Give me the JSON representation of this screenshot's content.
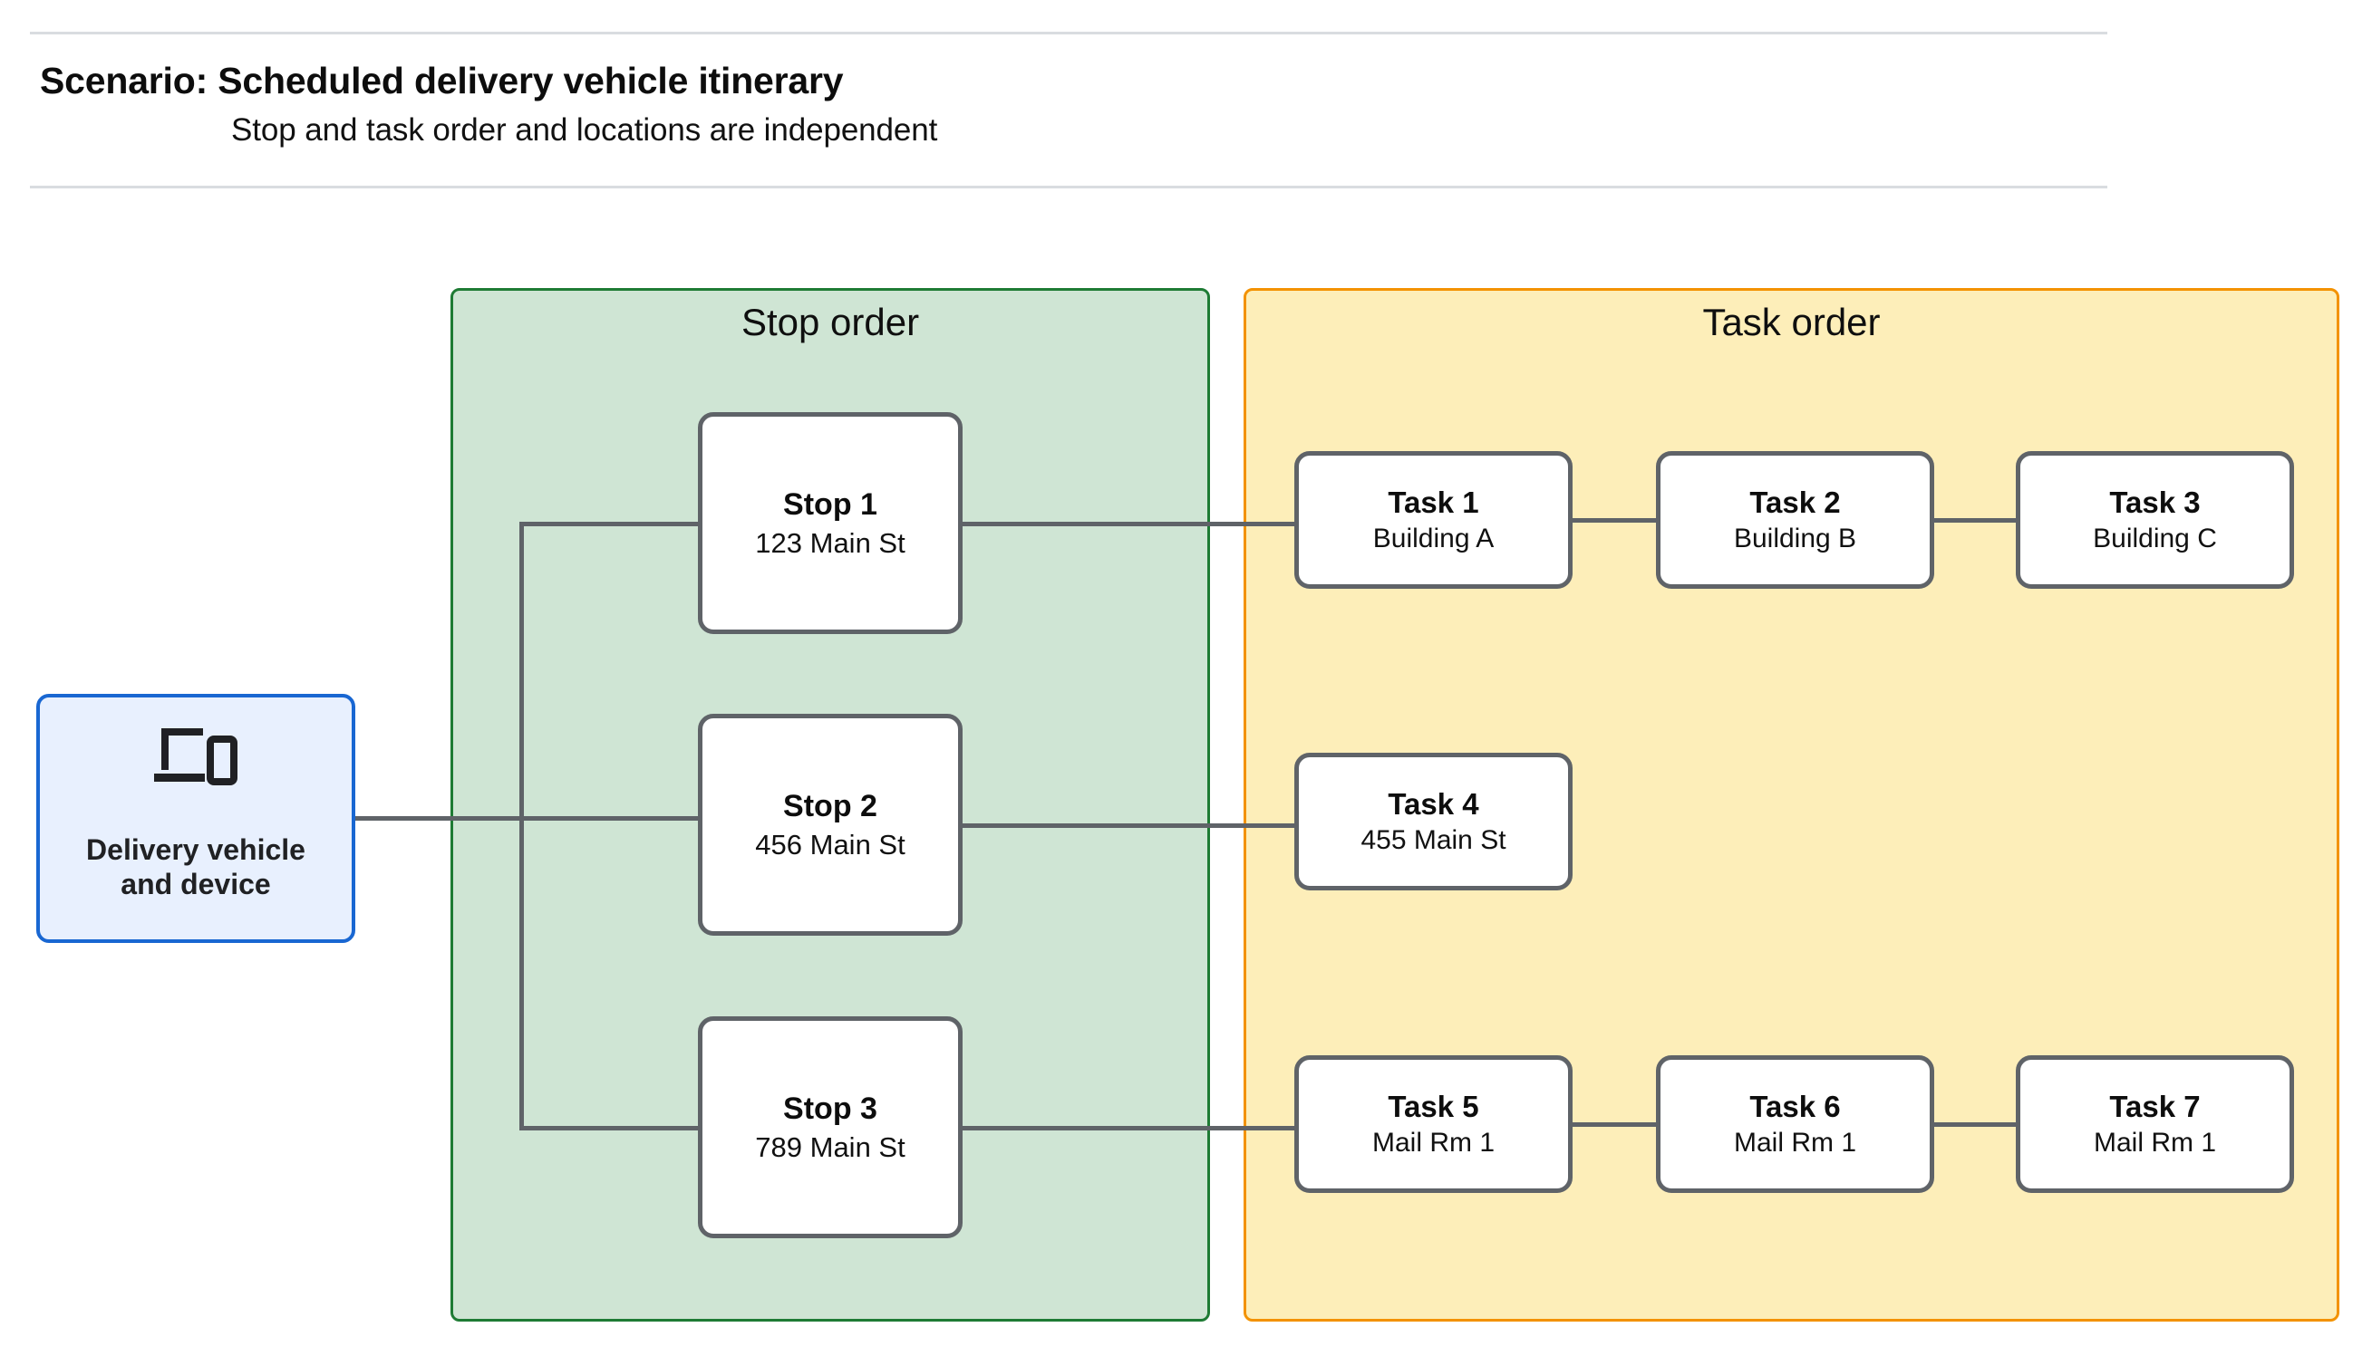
{
  "header": {
    "title": "Scenario: Scheduled delivery vehicle itinerary",
    "subtitle": "Stop and task order and locations are independent"
  },
  "vehicle": {
    "label": "Delivery vehicle\nand device",
    "icon": "devices-icon"
  },
  "lanes": [
    {
      "id": "stop-order",
      "title": "Stop order",
      "fill": "#cfe5d4",
      "border": "#1e7b34"
    },
    {
      "id": "task-order",
      "title": "Task order",
      "fill": "#fdeeb9",
      "border": "#f39200"
    }
  ],
  "stops": [
    {
      "title": "Stop 1",
      "address": "123 Main St"
    },
    {
      "title": "Stop 2",
      "address": "456 Main St"
    },
    {
      "title": "Stop 3",
      "address": "789 Main St"
    }
  ],
  "task_rows": [
    [
      {
        "title": "Task 1",
        "location": "Building A"
      },
      {
        "title": "Task 2",
        "location": "Building B"
      },
      {
        "title": "Task 3",
        "location": "Building C"
      }
    ],
    [
      {
        "title": "Task 4",
        "location": "455 Main St"
      }
    ],
    [
      {
        "title": "Task 5",
        "location": "Mail Rm 1"
      },
      {
        "title": "Task 6",
        "location": "Mail Rm 1"
      },
      {
        "title": "Task 7",
        "location": "Mail Rm 1"
      }
    ]
  ],
  "colors": {
    "node_border": "#5f6368",
    "connector": "#5f6368",
    "vehicle_fill": "#e8f0fe",
    "vehicle_border": "#1967d2",
    "divider": "#d9dce0"
  }
}
